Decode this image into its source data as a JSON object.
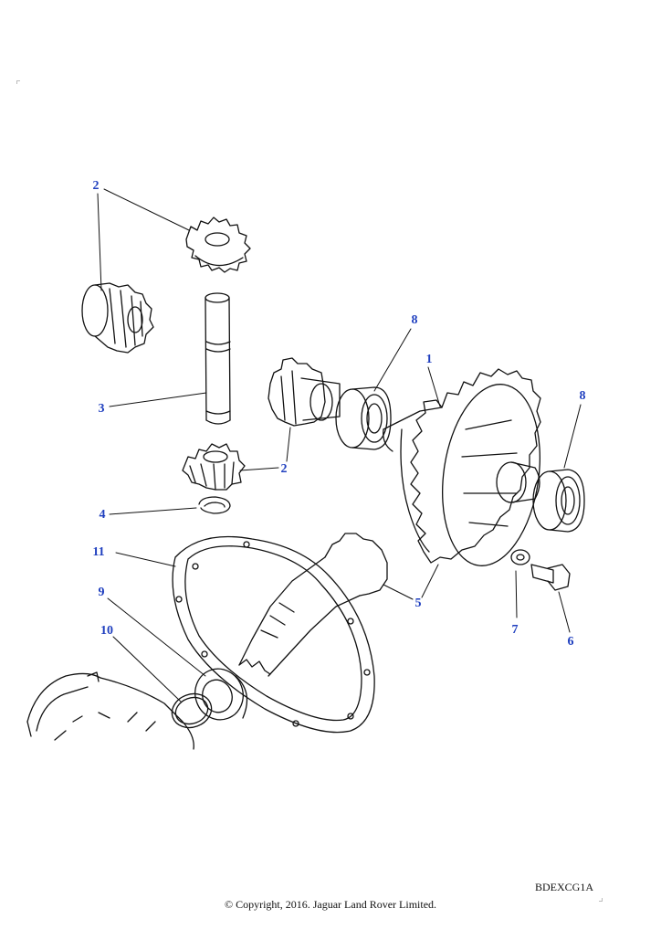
{
  "diagram": {
    "callouts": [
      {
        "id": "c2a",
        "text": "2"
      },
      {
        "id": "c3",
        "text": "3"
      },
      {
        "id": "c2b",
        "text": "2"
      },
      {
        "id": "c4",
        "text": "4"
      },
      {
        "id": "c8a",
        "text": "8"
      },
      {
        "id": "c1",
        "text": "1"
      },
      {
        "id": "c8b",
        "text": "8"
      },
      {
        "id": "c11",
        "text": "11"
      },
      {
        "id": "c9",
        "text": "9"
      },
      {
        "id": "c10",
        "text": "10"
      },
      {
        "id": "c5",
        "text": "5"
      },
      {
        "id": "c7",
        "text": "7"
      },
      {
        "id": "c6",
        "text": "6"
      }
    ],
    "colors": {
      "callout": "#1f3fbf",
      "line": "#111111"
    }
  },
  "footer": {
    "code": "BDEXCG1A",
    "copyright": "© Copyright, 2016. Jaguar Land Rover Limited."
  }
}
